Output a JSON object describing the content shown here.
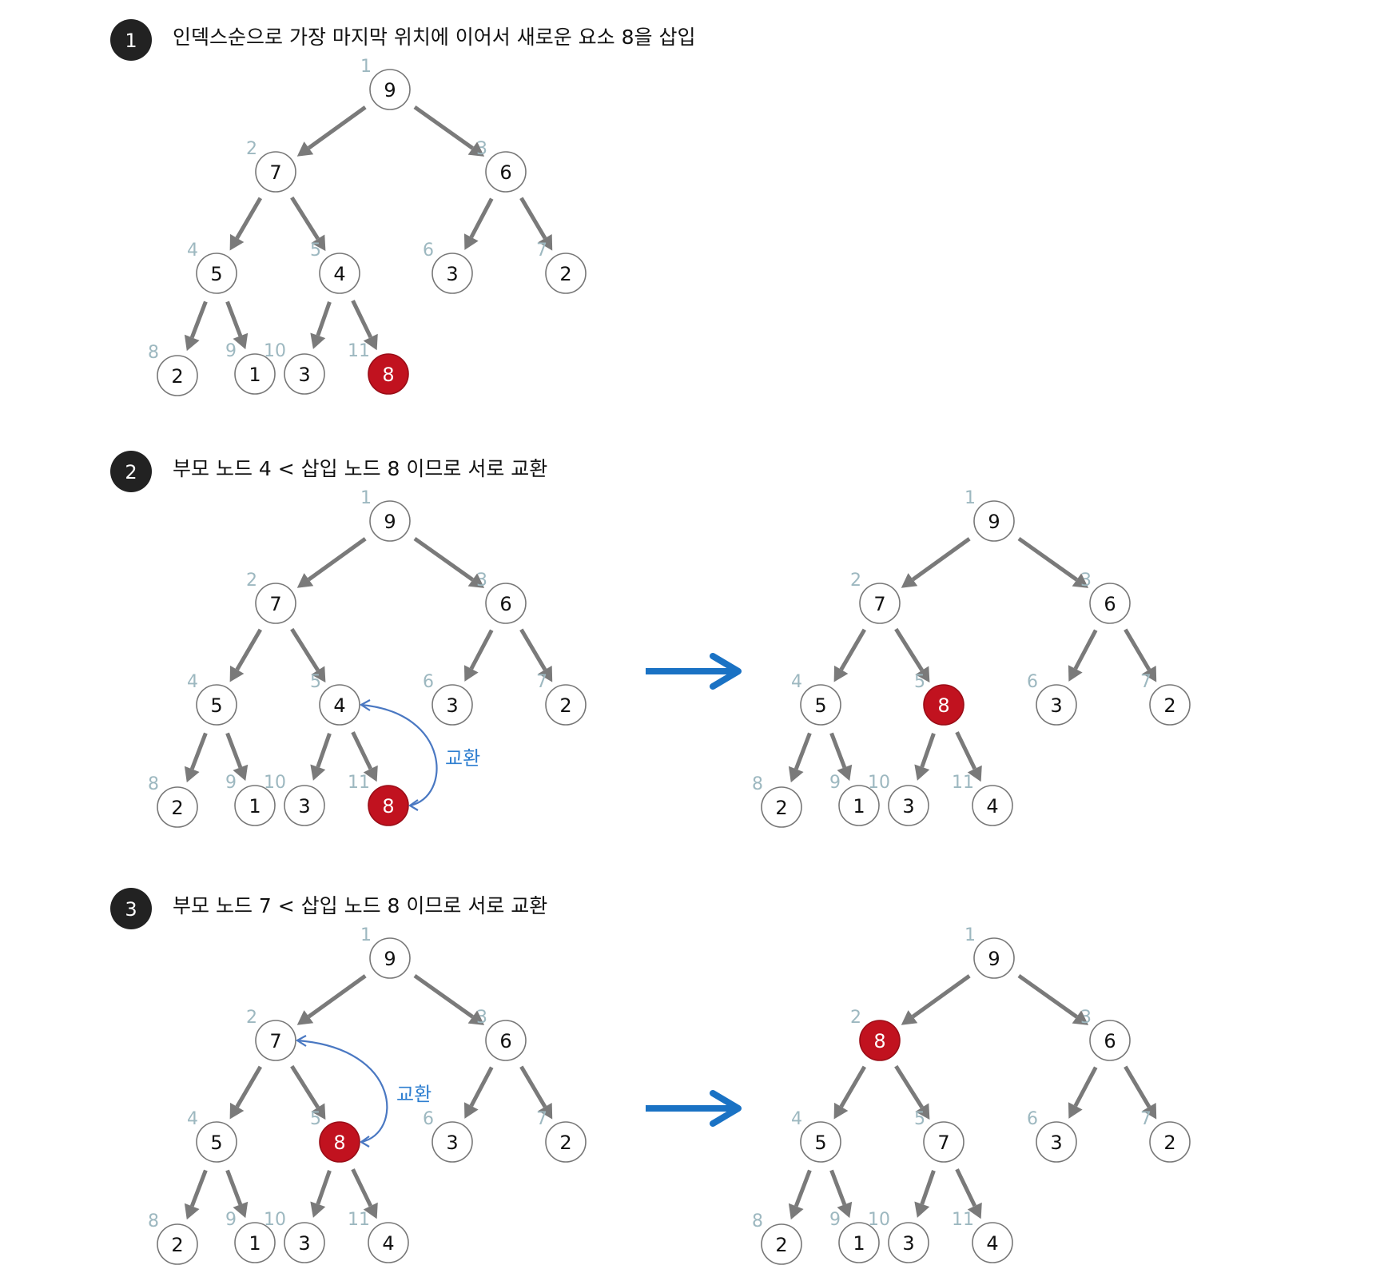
{
  "steps": [
    {
      "number": "1",
      "title": "인덱스순으로 가장 마지막 위치에 이어서 새로운 요소 8을 삽입",
      "trees": [
        {
          "values": [
            "9",
            "7",
            "6",
            "5",
            "4",
            "3",
            "2",
            "2",
            "1",
            "3",
            "8"
          ],
          "highlight": [
            11
          ]
        }
      ],
      "swaps": []
    },
    {
      "number": "2",
      "title": "부모 노드 4 < 삽입 노드 8 이므로 서로 교환",
      "trees": [
        {
          "values": [
            "9",
            "7",
            "6",
            "5",
            "4",
            "3",
            "2",
            "2",
            "1",
            "3",
            "8"
          ],
          "highlight": [
            11
          ]
        },
        {
          "values": [
            "9",
            "7",
            "6",
            "5",
            "8",
            "3",
            "2",
            "2",
            "1",
            "3",
            "4"
          ],
          "highlight": [
            5
          ]
        }
      ],
      "swaps": [
        {
          "tree": 0,
          "from": 11,
          "to": 5,
          "label": "교환"
        }
      ]
    },
    {
      "number": "3",
      "title": "부모 노드 7 < 삽입 노드 8 이므로 서로 교환",
      "trees": [
        {
          "values": [
            "9",
            "7",
            "6",
            "5",
            "8",
            "3",
            "2",
            "2",
            "1",
            "3",
            "4"
          ],
          "highlight": [
            5
          ]
        },
        {
          "values": [
            "9",
            "8",
            "6",
            "5",
            "7",
            "3",
            "2",
            "2",
            "1",
            "3",
            "4"
          ],
          "highlight": [
            2
          ]
        }
      ],
      "swaps": [
        {
          "tree": 0,
          "from": 5,
          "to": 2,
          "label": "교환"
        }
      ]
    }
  ],
  "node_indices": [
    "1",
    "2",
    "3",
    "4",
    "5",
    "6",
    "7",
    "8",
    "9",
    "10",
    "11"
  ],
  "colors": {
    "highlight": "#c1121f",
    "edge": "#7a7a7a",
    "index": "#9db8c0",
    "swap": "#4a78c2",
    "arrow": "#1a72c4"
  }
}
